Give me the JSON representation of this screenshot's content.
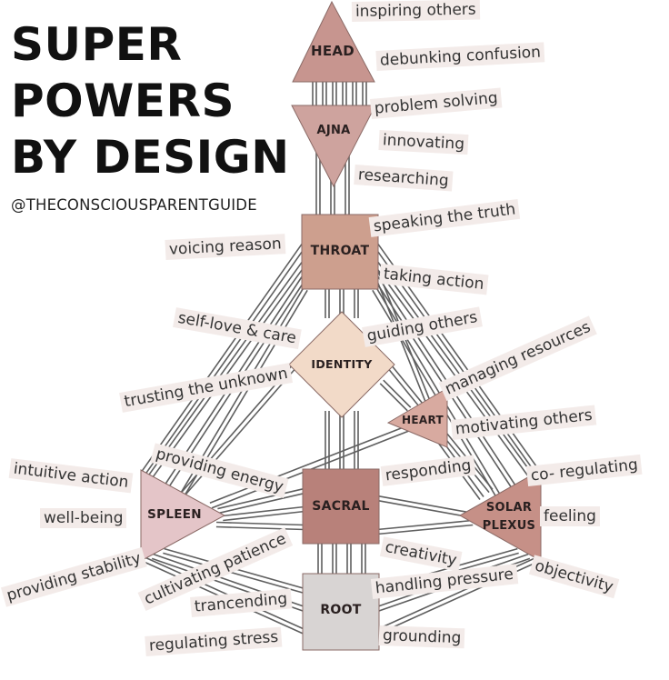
{
  "title_lines": [
    "SUPER",
    "POWERS",
    "BY DESIGN"
  ],
  "handle": "@THECONSCIOUSPARENTGUIDE",
  "colors": {
    "head": "#c7958f",
    "ajna": "#cea39e",
    "throat": "#cd9f8e",
    "identity": "#f2dac8",
    "heart": "#d8aaa0",
    "sacral": "#b8817a",
    "spleen": "#e4c5c8",
    "solar_plexus": "#c69087",
    "root": "#d8d4d3",
    "lines": "#5f5f5f",
    "label_bg": "#f3ebe9"
  },
  "centers": {
    "head": "HEAD",
    "ajna": "AJNA",
    "throat": "THROAT",
    "identity": "IDENTITY",
    "heart": "HEART",
    "sacral": "SACRAL",
    "spleen": "SPLEEN",
    "solar_plexus": "SOLAR\nPLEXUS",
    "root": "ROOT"
  },
  "powers": {
    "head": [
      "inspiring others",
      "debunking confusion"
    ],
    "ajna": [
      "problem solving",
      "innovating",
      "researching"
    ],
    "throat": [
      "speaking the truth",
      "voicing reason",
      "taking action"
    ],
    "identity": [
      "self-love & care",
      "guiding others",
      "trusting the unknown"
    ],
    "heart": [
      "managing resources",
      "motivating others"
    ],
    "sacral": [
      "providing energy",
      "responding",
      "cultivating patience",
      "creativity"
    ],
    "spleen": [
      "intuitive action",
      "well-being",
      "providing stability"
    ],
    "solar_plexus": [
      "co- regulating",
      "feeling",
      "objectivity"
    ],
    "root": [
      "trancending",
      "handling pressure",
      "regulating stress",
      "grounding"
    ]
  }
}
